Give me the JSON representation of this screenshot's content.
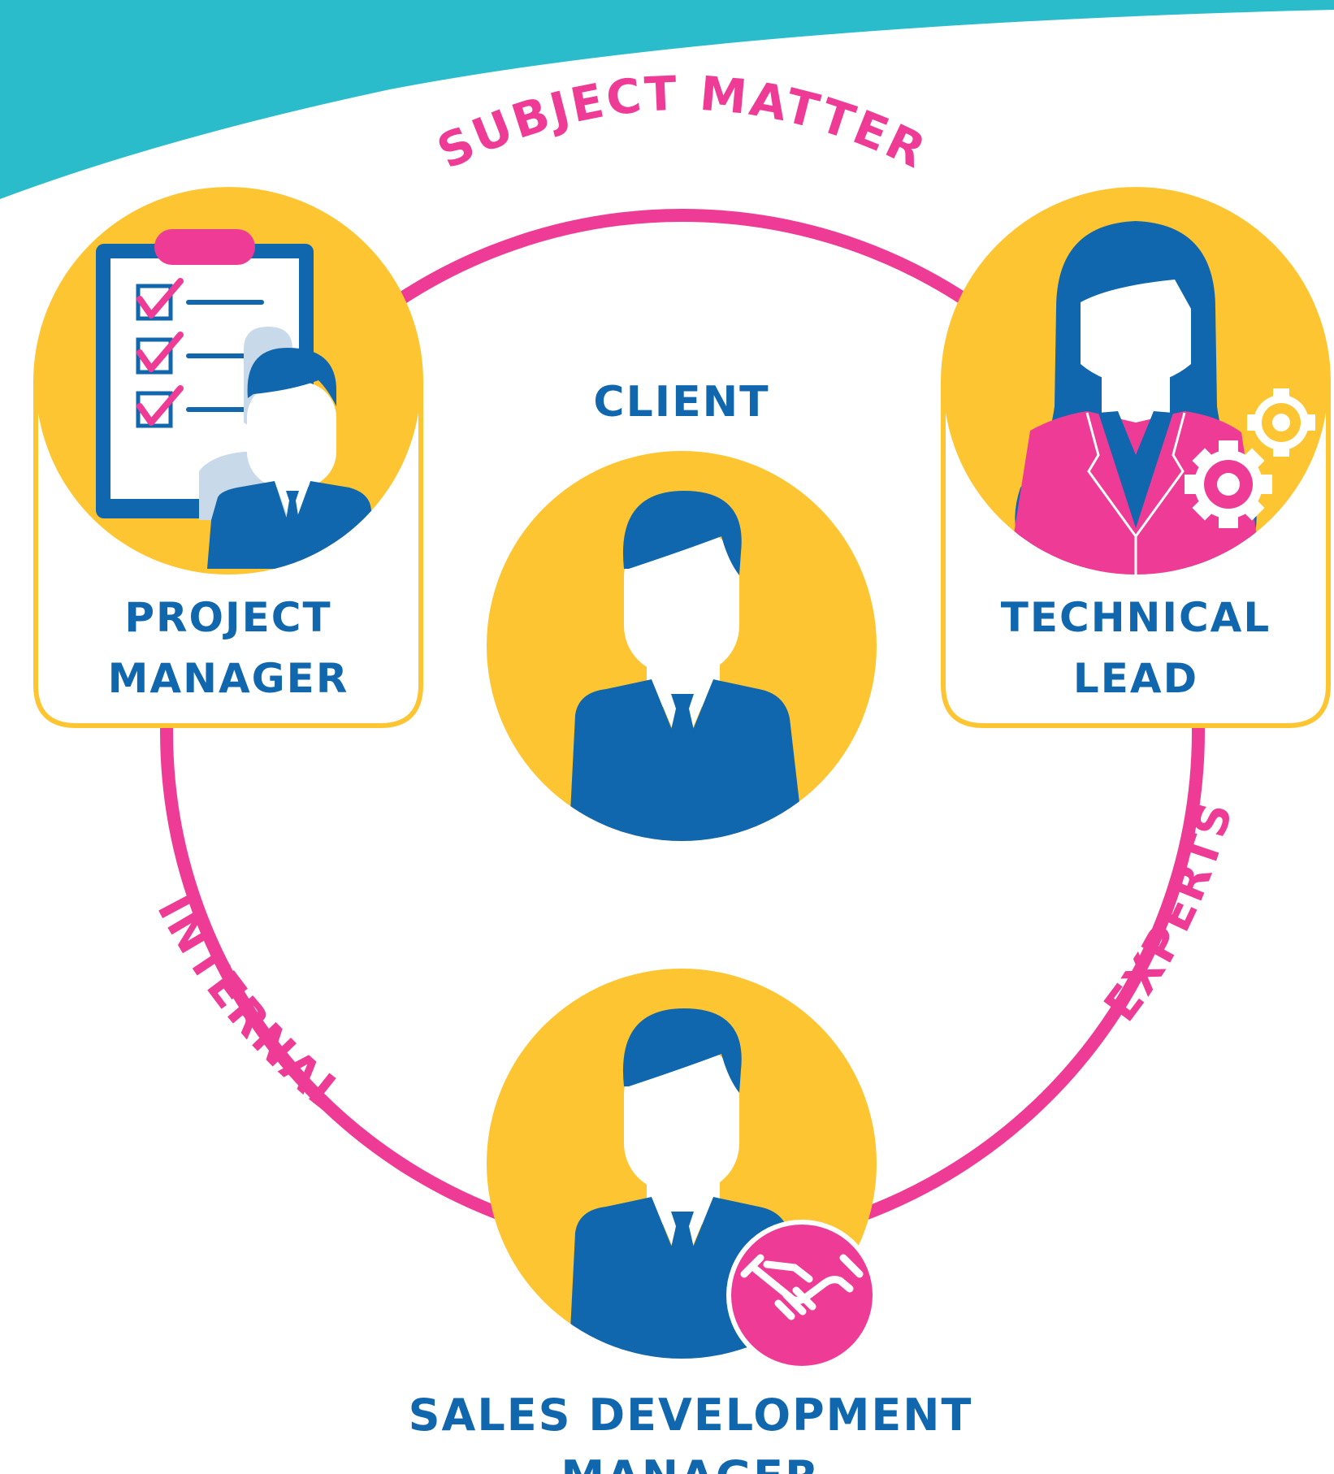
{
  "colors": {
    "teal": "#2bbccc",
    "pink": "#ee3c96",
    "yellow": "#fdc532",
    "blue": "#1167ae",
    "light_blue": "#c8d9ea",
    "white": "#ffffff"
  },
  "ring_labels": {
    "top": "SUBJECT MATTER",
    "left": "INTERNAL",
    "right": "EXPERTS"
  },
  "roles": {
    "client": {
      "label": "CLIENT",
      "icon": "businessman-icon"
    },
    "project_manager": {
      "line1": "PROJECT",
      "line2": "MANAGER",
      "icon": "clipboard-checklist-icon"
    },
    "technical_lead": {
      "line1": "TECHNICAL",
      "line2": "LEAD",
      "icon": "businesswoman-gears-icon"
    },
    "sales_development_manager": {
      "line1": "SALES DEVELOPMENT",
      "line2": "MANAGER",
      "icon": "handshake-icon"
    }
  }
}
